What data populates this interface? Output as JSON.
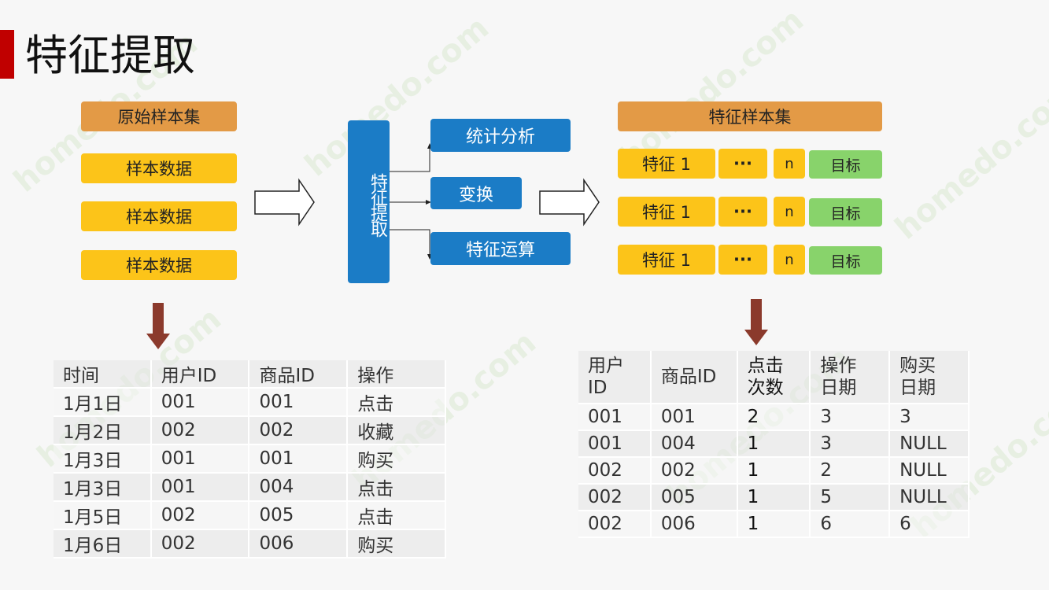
{
  "title": "特征提取",
  "left_group": {
    "header": "原始样本集",
    "samples": [
      "样本数据",
      "样本数据",
      "样本数据"
    ]
  },
  "extract_label": "特征提取",
  "methods": [
    "统计分析",
    "变换",
    "特征运算"
  ],
  "right_group": {
    "header": "特征样本集",
    "rows": [
      {
        "feature": "特征 1",
        "ellipsis": "···",
        "n": "n",
        "target": "目标"
      },
      {
        "feature": "特征 1",
        "ellipsis": "···",
        "n": "n",
        "target": "目标"
      },
      {
        "feature": "特征 1",
        "ellipsis": "···",
        "n": "n",
        "target": "目标"
      }
    ]
  },
  "raw_table": {
    "headers": [
      "时间",
      "用户ID",
      "商品ID",
      "操作"
    ],
    "rows": [
      [
        "1月1日",
        "001",
        "001",
        "点击"
      ],
      [
        "1月2日",
        "002",
        "002",
        "收藏"
      ],
      [
        "1月3日",
        "001",
        "001",
        "购买"
      ],
      [
        "1月3日",
        "001",
        "004",
        "点击"
      ],
      [
        "1月5日",
        "002",
        "005",
        "点击"
      ],
      [
        "1月6日",
        "002",
        "006",
        "购买"
      ]
    ]
  },
  "feature_table": {
    "headers": [
      [
        "用户",
        "ID"
      ],
      [
        "商品ID",
        ""
      ],
      [
        "点击",
        "次数"
      ],
      [
        "操作",
        "日期"
      ],
      [
        "购买",
        "日期"
      ]
    ],
    "rows": [
      [
        "001",
        "001",
        "2",
        "3",
        "3"
      ],
      [
        "001",
        "004",
        "1",
        "3",
        "NULL"
      ],
      [
        "002",
        "002",
        "1",
        "2",
        "NULL"
      ],
      [
        "002",
        "005",
        "1",
        "5",
        "NULL"
      ],
      [
        "002",
        "006",
        "1",
        "6",
        "6"
      ]
    ]
  },
  "colors": {
    "accent_red": "#c00000",
    "orange": "#e39a46",
    "yellow": "#fcc419",
    "green": "#88d36b",
    "blue": "#1b7cc6",
    "arrow_brown": "#8b3a2c"
  }
}
